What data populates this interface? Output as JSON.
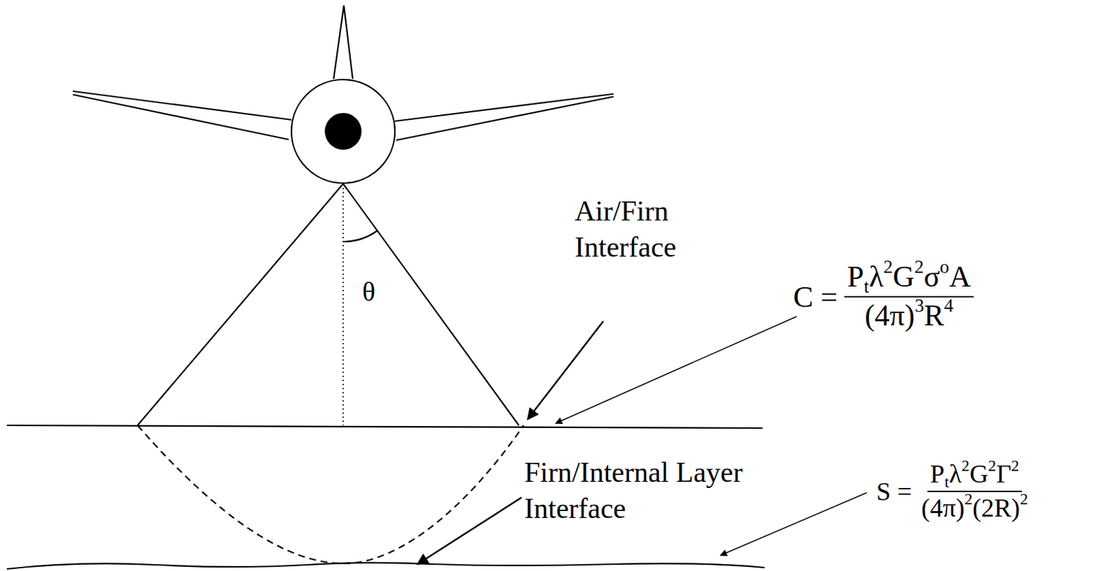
{
  "diagram": {
    "labels": [
      "θ",
      "Air/Firn Interface",
      "Firn/Internal Layer Interface",
      "C =",
      "P",
      "t",
      "λ",
      "2",
      "G",
      "2",
      "σ",
      "o",
      "A",
      "(4π)",
      "3",
      "R",
      "4",
      "S =",
      "P",
      "t",
      "λ",
      "2",
      "G",
      "2",
      "Γ",
      "2",
      "(4π)",
      "2",
      "(2R)",
      "2"
    ]
  }
}
